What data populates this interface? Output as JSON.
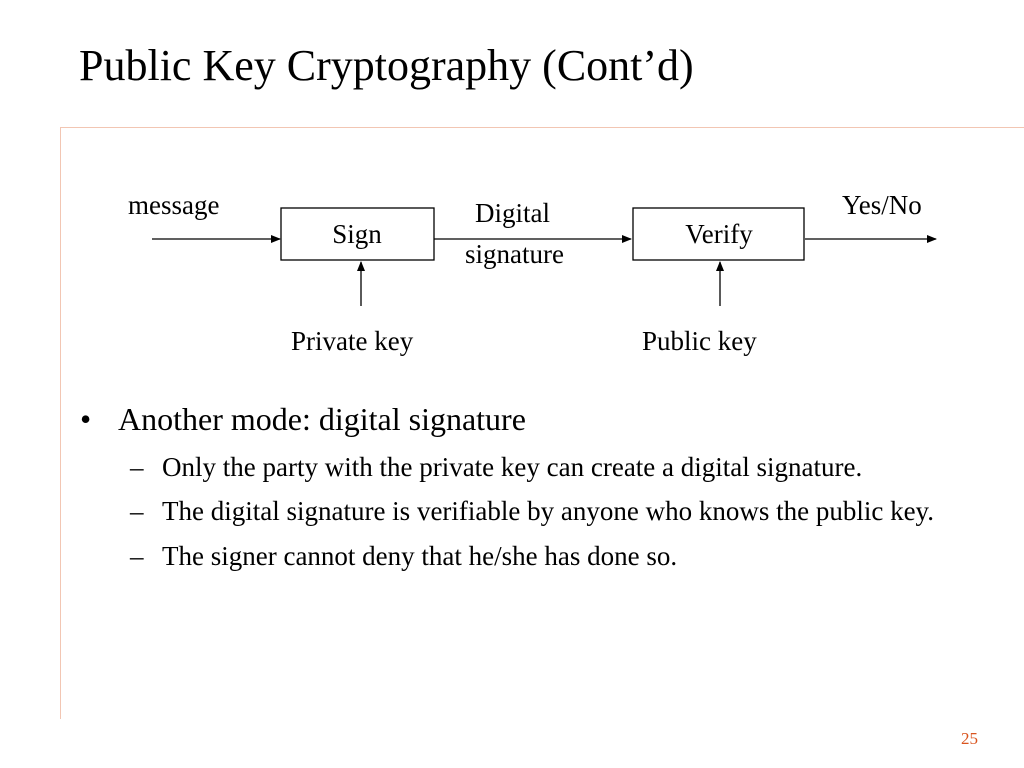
{
  "slide": {
    "title": "Public Key Cryptography (Cont’d)",
    "page_number": "25",
    "accent_color": "#d9541e",
    "rule_color": "#f2c6b3"
  },
  "diagram": {
    "input_label": "message",
    "sign_box": "Sign",
    "signature_label_line1": "Digital",
    "signature_label_line2": "signature",
    "verify_box": "Verify",
    "output_label": "Yes/No",
    "private_key_label": "Private key",
    "public_key_label": "Public key"
  },
  "bullets": [
    {
      "marker": "•",
      "text": "Another mode: digital signature",
      "sub_items": [
        {
          "marker": "–",
          "text": "Only the party with the private key can create a digital signature."
        },
        {
          "marker": "–",
          "text": "The digital signature is verifiable by anyone who knows the public key."
        },
        {
          "marker": "–",
          "text": "The signer cannot deny that he/she has done so."
        }
      ]
    }
  ]
}
